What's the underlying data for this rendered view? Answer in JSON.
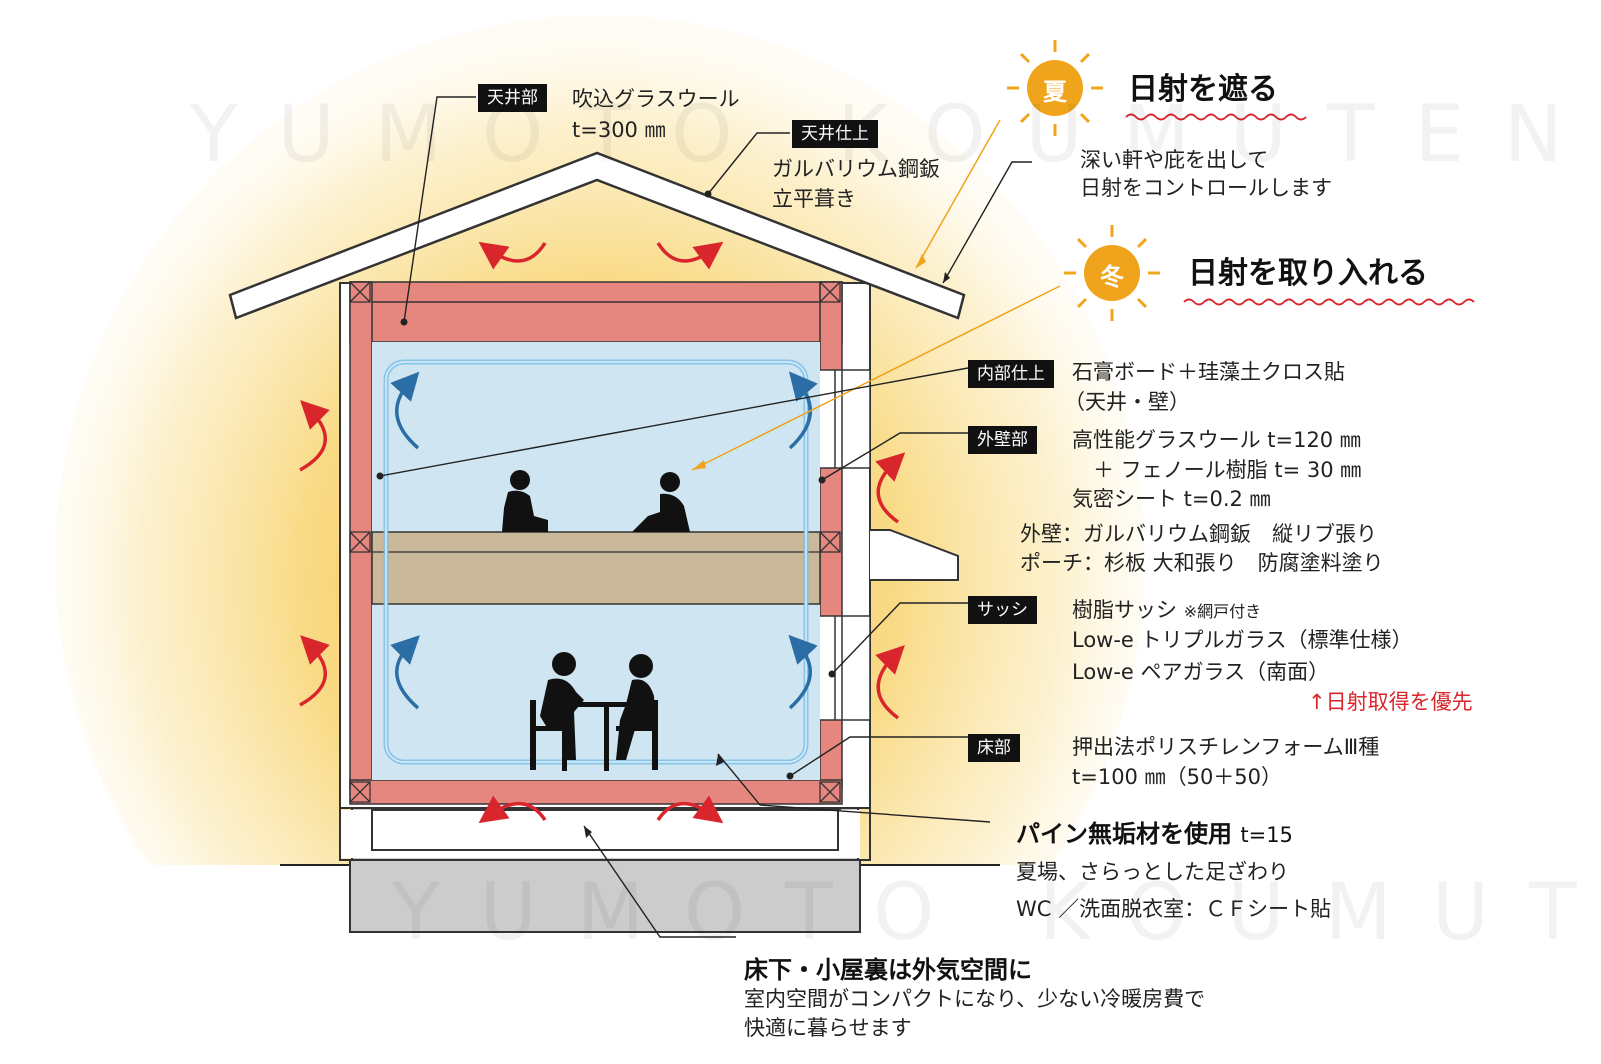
{
  "watermark": "YUMOTO KOUMUTEN",
  "summer": {
    "icon_char": "夏",
    "title": "日射を遮る",
    "desc": [
      "深い軒や庇を出して",
      "日射をコントロールします"
    ]
  },
  "winter": {
    "icon_char": "冬",
    "title": "日射を取り入れる"
  },
  "labels": {
    "ceiling": {
      "tag": "天井部",
      "lines": [
        "吹込グラスウール",
        "t=300 ㎜"
      ]
    },
    "roof": {
      "tag": "天井仕上",
      "lines": [
        "ガルバリウム鋼鈑",
        "立平葺き"
      ]
    },
    "interior": {
      "tag": "内部仕上",
      "lines": [
        "石膏ボード＋珪藻土クロス貼",
        "（天井・壁）"
      ]
    },
    "wall": {
      "tag": "外壁部",
      "lines": [
        "高性能グラスウール t=120 ㎜",
        "　＋ フェノール樹脂 t=  30 ㎜",
        "気密シート t=0.2 ㎜"
      ]
    },
    "exterior": {
      "lines": [
        "外壁：ガルバリウム鋼鈑　縦リブ張り",
        "ポーチ：杉板 大和張り　防腐塗料塗り"
      ]
    },
    "sash": {
      "tag": "サッシ",
      "line1": "樹脂サッシ",
      "line1_note": "※網戸付き",
      "lines": [
        "Low-e トリプルガラス（標準仕様）",
        "Low-e ペアガラス（南面）"
      ],
      "note": "↑日射取得を優先"
    },
    "floor": {
      "tag": "床部",
      "lines": [
        "押出法ポリスチレンフォームⅢ種",
        "t=100 ㎜（50＋50）"
      ]
    },
    "pine": {
      "title": "パイン無垢材を使用",
      "title_suffix": "t=15",
      "lines": [
        "夏場、さらっとした足ざわり",
        "WC ／洗面脱衣室：ＣＦシート貼"
      ]
    },
    "under": {
      "title": "床下・小屋裏は外気空間に",
      "lines": [
        "室内空間がコンパクトになり、少ない冷暖房費で",
        "快適に暮らせます"
      ]
    }
  },
  "colors": {
    "insulation": "#e6877f",
    "room": "#cfe6f2",
    "floor_slab": "#c9b99a",
    "glow": "#f7c84f",
    "warm_arrow": "#d9262c",
    "cool_arrow": "#2b6ea6",
    "sun": "#f0a41c"
  }
}
